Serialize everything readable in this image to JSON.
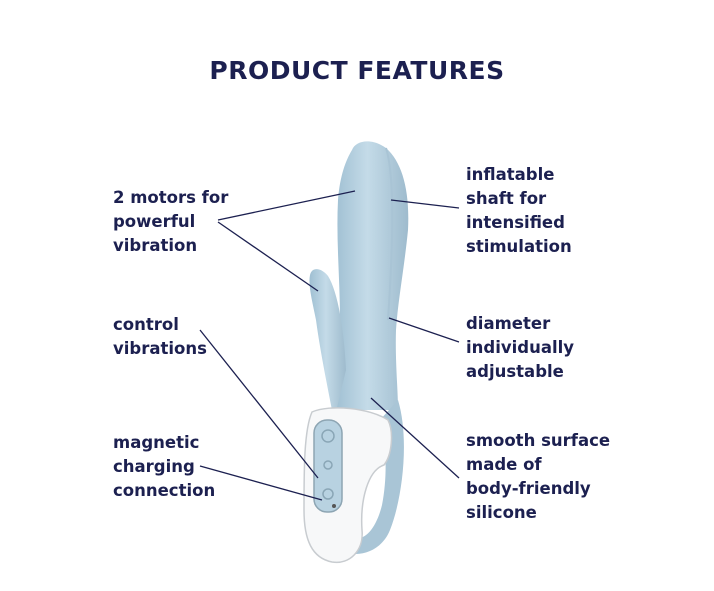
{
  "title": "PRODUCT FEATURES",
  "features": {
    "motors": "2 motors for\npowerful\nvibration",
    "control": "control\nvibrations",
    "magnetic": "magnetic\ncharging\nconnection",
    "inflatable": "inflatable\nshaft for\nintensified\nstimulation",
    "diameter": "diameter\nindividually\nadjustable",
    "silicone": "smooth surface\nmade of\nbody-friendly\nsilicone"
  },
  "colors": {
    "text": "#1c2050",
    "product_blue": "#b6d0df",
    "handle": "#ffffff"
  }
}
